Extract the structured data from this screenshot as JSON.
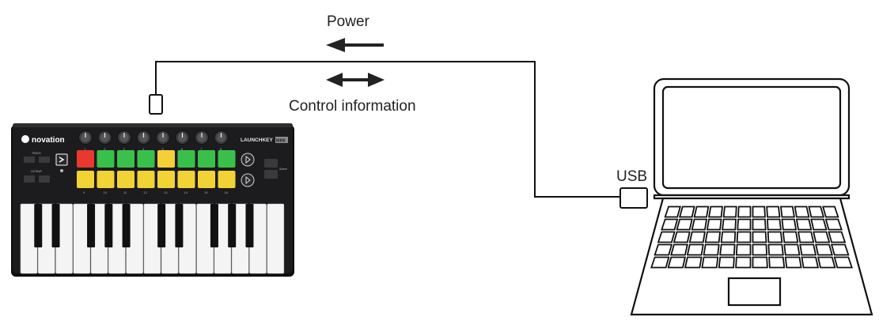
{
  "labels": {
    "power": "Power",
    "control": "Control information",
    "usb": "USB"
  },
  "keyboard": {
    "brand": "novation",
    "model": "LAUNCHKEY",
    "model_suffix": "MINI",
    "left_button_labels": [
      "TRACK",
      "OCTAVE"
    ],
    "right_button_label": "Scene",
    "pad_numbers": [
      "9",
      "10",
      "11",
      "12",
      "13",
      "14",
      "15",
      "16"
    ],
    "knob_numbers": [
      "1",
      "2",
      "3",
      "4",
      "5",
      "6",
      "7",
      "8"
    ],
    "pad_colors_top": [
      "#e8382f",
      "#39c04a",
      "#3bc14b",
      "#39c04a",
      "#f3cf38",
      "#39c04a",
      "#39c04a",
      "#39c04a"
    ],
    "pad_colors_bottom": [
      "#f2d335",
      "#f2d335",
      "#f2d335",
      "#f2d335",
      "#f2d335",
      "#f2d335",
      "#f2d335",
      "#f2d335"
    ]
  },
  "colors": {
    "line": "#111111",
    "body": "#1c1c1e"
  }
}
